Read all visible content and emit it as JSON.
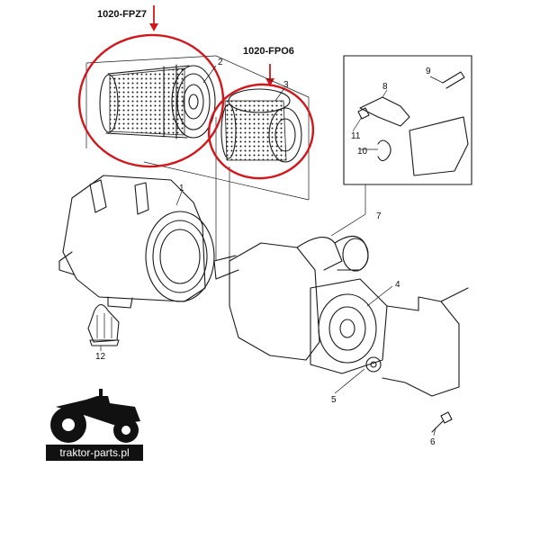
{
  "part_codes": {
    "filter_outer": "1020-FPZ7",
    "filter_inner": "1020-FPO6"
  },
  "callouts": {
    "c1": "1",
    "c2": "2",
    "c3": "3",
    "c4": "4",
    "c5": "5",
    "c6": "6",
    "c7": "7",
    "c8": "8",
    "c9": "9",
    "c10": "10",
    "c11": "11",
    "c12": "12"
  },
  "brand": {
    "name": "traktor-parts.pl"
  },
  "colors": {
    "highlight": "#d0181c",
    "line": "#1a1a1a"
  },
  "icons": [
    "tractor-icon",
    "arrow-down-icon"
  ]
}
